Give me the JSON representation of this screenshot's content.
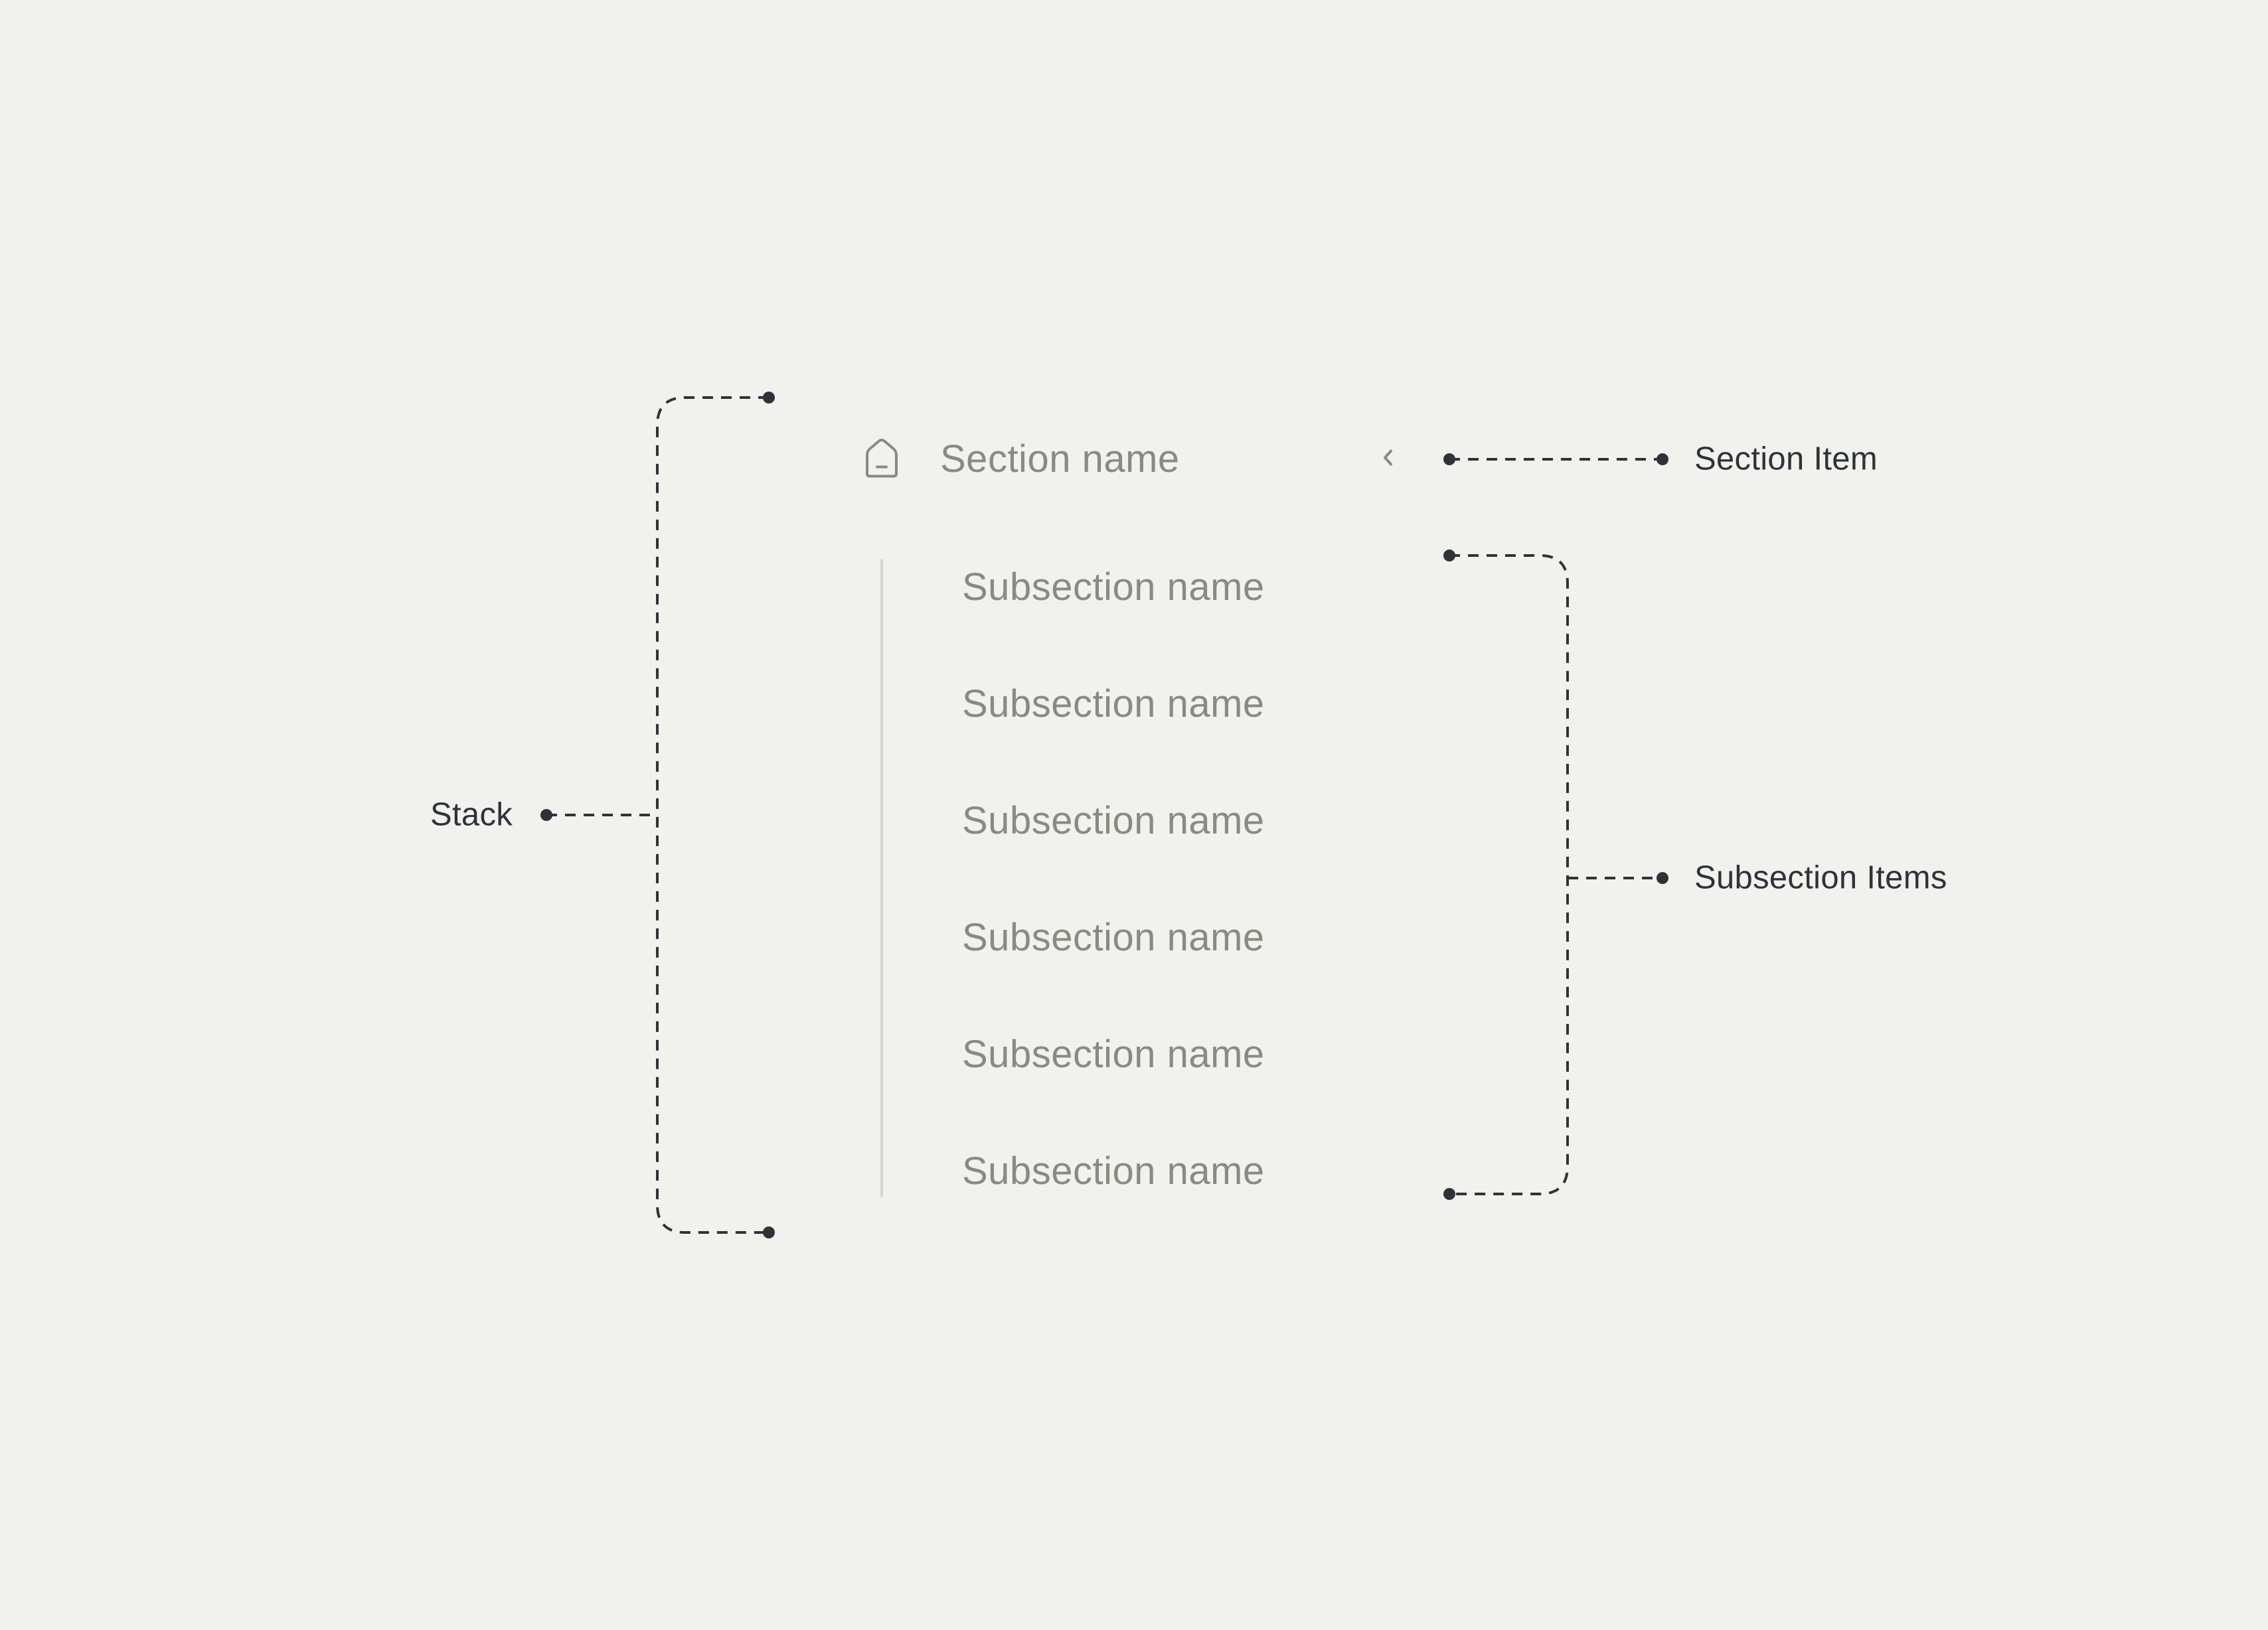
{
  "nav": {
    "section": {
      "label": "Section name",
      "icon": "home-icon",
      "chevron_icon": "chevron-left-icon"
    },
    "subsections": [
      {
        "label": "Subsection name"
      },
      {
        "label": "Subsection name"
      },
      {
        "label": "Subsection name"
      },
      {
        "label": "Subsection name"
      },
      {
        "label": "Subsection name"
      },
      {
        "label": "Subsection name"
      }
    ]
  },
  "annotations": {
    "stack": "Stack",
    "section_item": "Section Item",
    "subsection_items": "Subsection Items"
  },
  "colors": {
    "background": "#f1f1ed",
    "nav_text": "#8a8a82",
    "annotation_text": "#2d3339",
    "connector": "#2d3339",
    "rail": "#d5d5d0"
  }
}
